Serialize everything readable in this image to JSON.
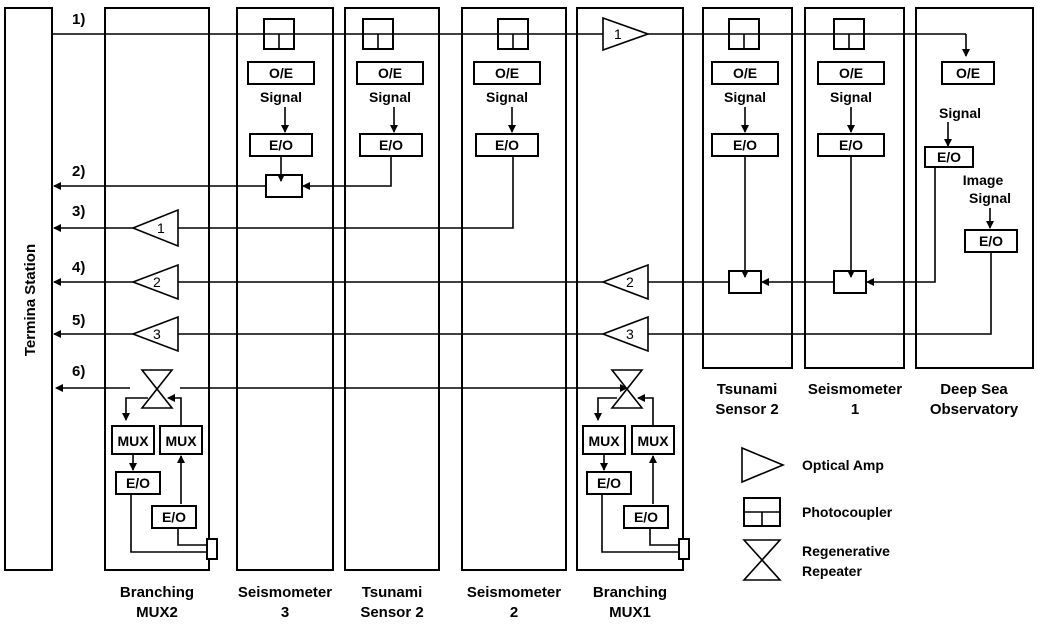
{
  "terminal_station": "Termina Station",
  "lines": [
    "1)",
    "2)",
    "3)",
    "4)",
    "5)",
    "6)"
  ],
  "units": {
    "branching_mux2": {
      "caption": [
        "Branching",
        "MUX2"
      ],
      "mux": [
        "MUX",
        "MUX"
      ],
      "eo": [
        "E/O",
        "E/O"
      ]
    },
    "seismometer3": {
      "caption": [
        "Seismometer",
        "3"
      ],
      "oe": "O/E",
      "signal": "Signal",
      "eo": "E/O"
    },
    "tsunami_sensor2_left": {
      "caption": [
        "Tsunami",
        "Sensor 2"
      ],
      "oe": "O/E",
      "signal": "Signal",
      "eo": "E/O"
    },
    "seismometer2": {
      "caption": [
        "Seismometer",
        "2"
      ],
      "oe": "O/E",
      "signal": "Signal",
      "eo": "E/O"
    },
    "branching_mux1": {
      "caption": [
        "Branching",
        "MUX1"
      ],
      "mux": [
        "MUX",
        "MUX"
      ],
      "eo": [
        "E/O",
        "E/O"
      ]
    },
    "tsunami_sensor2_right": {
      "caption": [
        "Tsunami",
        "Sensor 2"
      ],
      "oe": "O/E",
      "signal": "Signal",
      "eo": "E/O"
    },
    "seismometer1": {
      "caption": [
        "Seismometer",
        "1"
      ],
      "oe": "O/E",
      "signal": "Signal",
      "eo": "E/O"
    },
    "deep_sea_observatory": {
      "caption": [
        "Deep Sea",
        "Observatory"
      ],
      "oe": "O/E",
      "signal": "Signal",
      "eo1": "E/O",
      "image_signal": [
        "Image",
        "Signal"
      ],
      "eo2": "E/O"
    }
  },
  "amplifier_numbers": [
    "1",
    "1",
    "2",
    "3",
    "2",
    "3"
  ],
  "legend": {
    "optical_amp": "Optical Amp",
    "photocoupler": "Photocoupler",
    "regenerative_repeater": [
      "Regenerative",
      "Repeater"
    ]
  }
}
